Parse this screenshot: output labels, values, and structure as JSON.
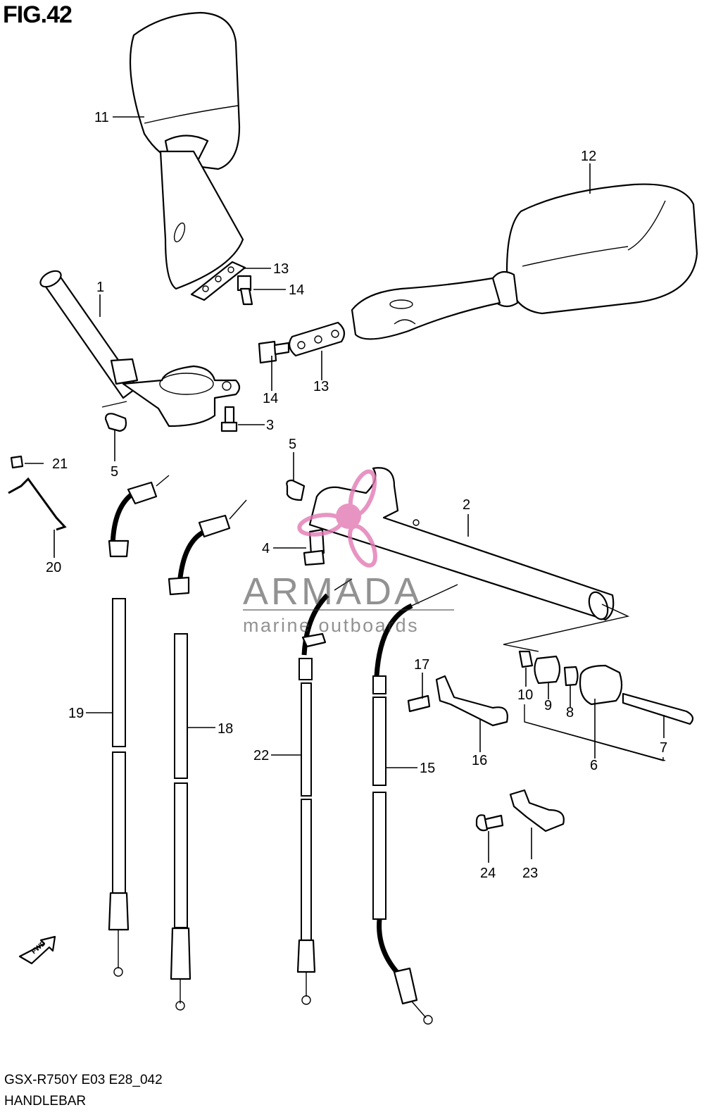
{
  "figure": {
    "title": "FIG.42",
    "model_code": "GSX-R750Y E03 E28_042",
    "section": "HANDLEBAR"
  },
  "watermark": {
    "brand": "ARMADA",
    "tagline": "marine outboards",
    "logo_color": "#e37ab4"
  },
  "fwd_marker": "FWD",
  "callouts": [
    "1",
    "2",
    "3",
    "4",
    "5",
    "5",
    "6",
    "7",
    "8",
    "9",
    "10",
    "11",
    "12",
    "13",
    "13",
    "14",
    "14",
    "15",
    "16",
    "17",
    "18",
    "19",
    "20",
    "21",
    "22",
    "23",
    "24"
  ]
}
